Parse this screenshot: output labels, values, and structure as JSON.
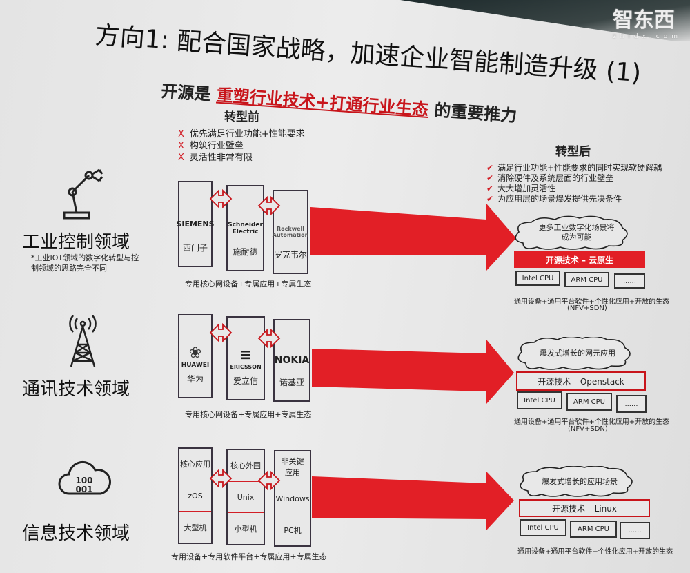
{
  "title": "方向1:  配合国家战略，加速企业智能制造升级 (1)",
  "subtitle": {
    "pre": "开源是 ",
    "highlight": "重塑行业技术+打通行业生态",
    "post": " 的重要推力"
  },
  "before": {
    "heading": "转型前",
    "items": [
      "优先满足行业功能+性能要求",
      "构筑行业壁垒",
      "灵活性非常有限"
    ],
    "mark": "X"
  },
  "after": {
    "heading": "转型后",
    "items": [
      "满足行业功能+性能要求的同时实现软硬解耦",
      "消除硬件及系统层面的行业壁垒",
      "大大增加灵活性",
      "为应用层的场景爆发提供先决条件"
    ],
    "mark": "✔"
  },
  "rows": [
    {
      "domain": "工业控制领域",
      "note": "*工业IOT领域的数字化转型与控制领域的思路完全不同",
      "icon": "robot-arm-icon",
      "vendors": [
        {
          "logo": "SIEMENS",
          "name": "西门子"
        },
        {
          "logo": "Schneider Electric",
          "name": "施耐德"
        },
        {
          "logo": "Rockwell Automation",
          "name": "罗克韦尔"
        }
      ],
      "before_caption": "专用核心网设备+专属应用+专属生态",
      "cloud": "更多工业数字化场景将成为可能",
      "tech": "开源技术 – 云原生",
      "cpus": [
        "Intel CPU",
        "ARM CPU",
        "......"
      ],
      "after_caption": "通用设备+通用平台软件+个性化应用+开放的生态",
      "after_caption2": "(NFV+SDN)"
    },
    {
      "domain": "通讯技术领域",
      "icon": "cell-tower-icon",
      "vendors": [
        {
          "logo": "HUAWEI",
          "name": "华为"
        },
        {
          "logo": "ERICSSON",
          "name": "爱立信"
        },
        {
          "logo": "NOKIA",
          "name": "诺基亚"
        }
      ],
      "before_caption": "专用核心网设备+专属应用+专属生态",
      "cloud": "爆发式增长的网元应用",
      "tech": "开源技术 – Openstack",
      "cpus": [
        "Intel CPU",
        "ARM CPU",
        "......"
      ],
      "after_caption": "通用设备+通用平台软件+个性化应用+开放的生态",
      "after_caption2": "(NFV+SDN)"
    },
    {
      "domain": "信息技术领域",
      "icon": "cloud-binary-icon",
      "icon_text": "100 001",
      "stacks": [
        [
          "核心应用",
          "zOS",
          "大型机"
        ],
        [
          "核心外围",
          "Unix",
          "小型机"
        ],
        [
          "非关键应用",
          "Windows",
          "PC机"
        ]
      ],
      "before_caption": "专用设备+专用软件平台+专属应用+专属生态",
      "cloud": "爆发式增长的应用场景",
      "tech": "开源技术 – Linux",
      "cpus": [
        "Intel CPU",
        "ARM CPU",
        "......"
      ],
      "after_caption": "通用设备+通用平台软件+个性化应用+开放的生态"
    }
  ],
  "watermark": {
    "text": "智东西",
    "sub": "zhidx.com"
  },
  "colors": {
    "accent": "#e21f26",
    "background": "#e6e6e6"
  }
}
